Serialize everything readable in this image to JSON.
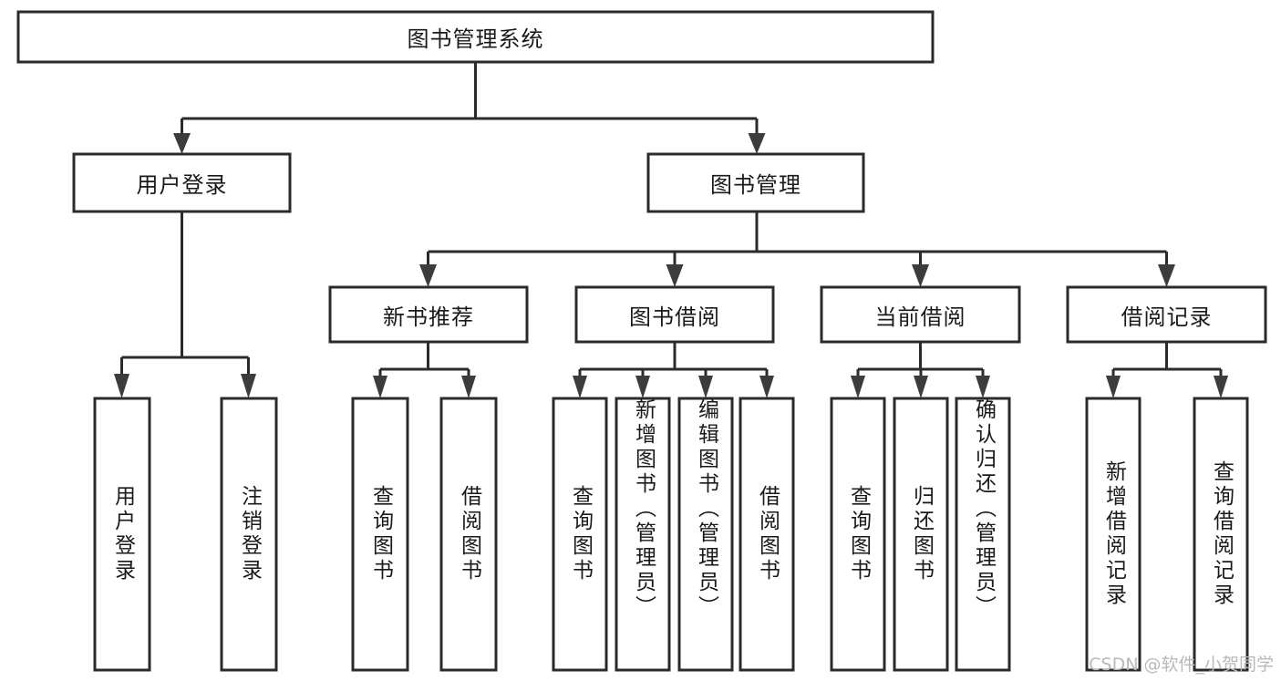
{
  "diagram": {
    "title": "图书管理系统",
    "type": "tree-hierarchy-chart",
    "watermark": "CSDN @软件_小贺同学",
    "colors": {
      "box_stroke": "#2b2b2b",
      "box_fill": "#ffffff",
      "connector": "#2b2b2b",
      "arrow": "#3c3c3c",
      "text": "#1a1a1a",
      "watermark": "#b9b9b9"
    },
    "root": {
      "label": "图书管理系统",
      "orientation": "horizontal"
    },
    "level2": [
      {
        "label": "用户登录",
        "orientation": "horizontal"
      },
      {
        "label": "图书管理",
        "orientation": "horizontal"
      }
    ],
    "level3": [
      {
        "label": "新书推荐",
        "orientation": "horizontal"
      },
      {
        "label": "图书借阅",
        "orientation": "horizontal"
      },
      {
        "label": "当前借阅",
        "orientation": "horizontal"
      },
      {
        "label": "借阅记录",
        "orientation": "horizontal"
      }
    ],
    "leaves": {
      "user_login": [
        {
          "label": "用户登录",
          "orientation": "vertical"
        },
        {
          "label": "注销登录",
          "orientation": "vertical"
        }
      ],
      "new_book_recommend": [
        {
          "label": "查询图书",
          "orientation": "vertical"
        },
        {
          "label": "借阅图书",
          "orientation": "vertical"
        }
      ],
      "book_borrow": [
        {
          "label": "查询图书",
          "orientation": "vertical"
        },
        {
          "label": "新增图书（管理员）",
          "orientation": "vertical"
        },
        {
          "label": "编辑图书（管理员）",
          "orientation": "vertical"
        },
        {
          "label": "借阅图书",
          "orientation": "vertical"
        }
      ],
      "current_borrow": [
        {
          "label": "查询图书",
          "orientation": "vertical"
        },
        {
          "label": "归还图书",
          "orientation": "vertical"
        },
        {
          "label": "确认归还（管理员）",
          "orientation": "vertical"
        }
      ],
      "borrow_record": [
        {
          "label": "新增借阅记录",
          "orientation": "vertical"
        },
        {
          "label": "查询借阅记录",
          "orientation": "vertical"
        }
      ]
    }
  }
}
